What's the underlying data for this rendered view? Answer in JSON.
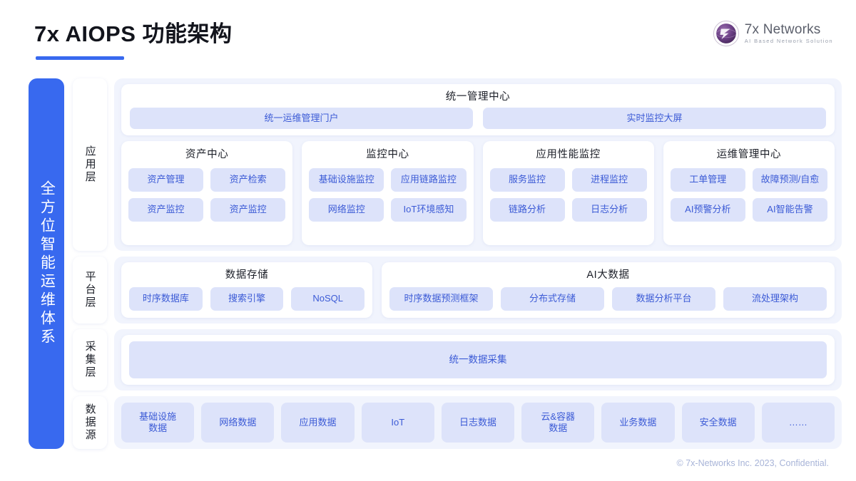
{
  "header": {
    "title": "7x AIOPS 功能架构",
    "logo": {
      "name": "7x Networks",
      "tagline": "AI Based Network Solution",
      "mark_icon": "globe-7-logo-icon"
    }
  },
  "colors": {
    "accent_blue": "#3869ef",
    "pill_bg": "#dde3fa",
    "pill_text": "#3c5bd6",
    "layer_bg": "#f1f4fd",
    "card_bg": "#ffffff",
    "logo_purple": "#6b3f85",
    "footer_text": "#a8b4d8"
  },
  "spine": {
    "label": "全方位智能运维体系"
  },
  "layers": [
    {
      "key": "application",
      "name": "应用层",
      "unified_center": {
        "title": "统一管理中心",
        "items": [
          "统一运维管理门户",
          "实时监控大屏"
        ]
      },
      "cards": [
        {
          "title": "资产中心",
          "items": [
            "资产管理",
            "资产检索",
            "资产监控",
            "资产监控"
          ]
        },
        {
          "title": "监控中心",
          "items": [
            "基础设施监控",
            "应用链路监控",
            "网络监控",
            "IoT环境感知"
          ]
        },
        {
          "title": "应用性能监控",
          "items": [
            "服务监控",
            "进程监控",
            "链路分析",
            "日志分析"
          ]
        },
        {
          "title": "运维管理中心",
          "items": [
            "工单管理",
            "故障预测/自愈",
            "AI预警分析",
            "AI智能告警"
          ]
        }
      ]
    },
    {
      "key": "platform",
      "name": "平台层",
      "cards": [
        {
          "title": "数据存储",
          "items": [
            "时序数据库",
            "搜索引擎",
            "NoSQL"
          ]
        },
        {
          "title": "AI大数据",
          "items": [
            "时序数据预测框架",
            "分布式存储",
            "数据分析平台",
            "流处理架构"
          ]
        }
      ]
    },
    {
      "key": "collection",
      "name": "采集层",
      "items": [
        "统一数据采集"
      ]
    },
    {
      "key": "datasource",
      "name": "数据源",
      "items": [
        "基础设施\n数据",
        "网络数据",
        "应用数据",
        "IoT",
        "日志数据",
        "云&容器\n数据",
        "业务数据",
        "安全数据",
        "……"
      ]
    }
  ],
  "footer": {
    "text": "© 7x-Networks Inc. 2023, Confidential."
  }
}
